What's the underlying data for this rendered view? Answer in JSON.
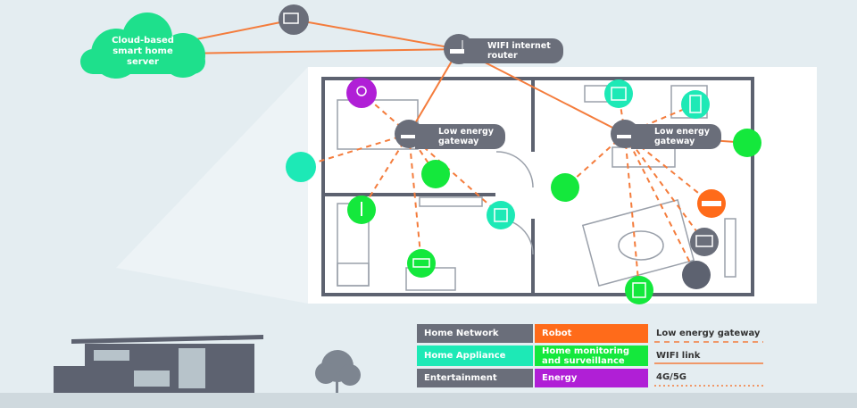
{
  "cloud": {
    "label": "Cloud-based smart home server"
  },
  "router": {
    "label": "WIFI internet router"
  },
  "gateways": [
    {
      "label": "Low energy gateway"
    },
    {
      "label": "Low energy gateway"
    }
  ],
  "legend": {
    "categories": [
      {
        "label": "Home Network",
        "color": "#6a6e7a"
      },
      {
        "label": "Robot",
        "color": "#ff6b1a"
      },
      {
        "label": "Home Appliance",
        "color": "#1de9b6"
      },
      {
        "label": "Home monitoring and surveillance",
        "color": "#14e83c"
      },
      {
        "label": "Entertainment",
        "color": "#6a6e7a"
      },
      {
        "label": "Energy",
        "color": "#b01fd6"
      }
    ],
    "links": [
      {
        "label": "Low energy gateway",
        "style": "dashed"
      },
      {
        "label": "WIFI link",
        "style": "solid"
      },
      {
        "label": "4G/5G",
        "style": "dotted"
      }
    ]
  },
  "colors": {
    "link": "#f47c3c",
    "wall": "#5d6270",
    "bg": "#e4edf1"
  }
}
